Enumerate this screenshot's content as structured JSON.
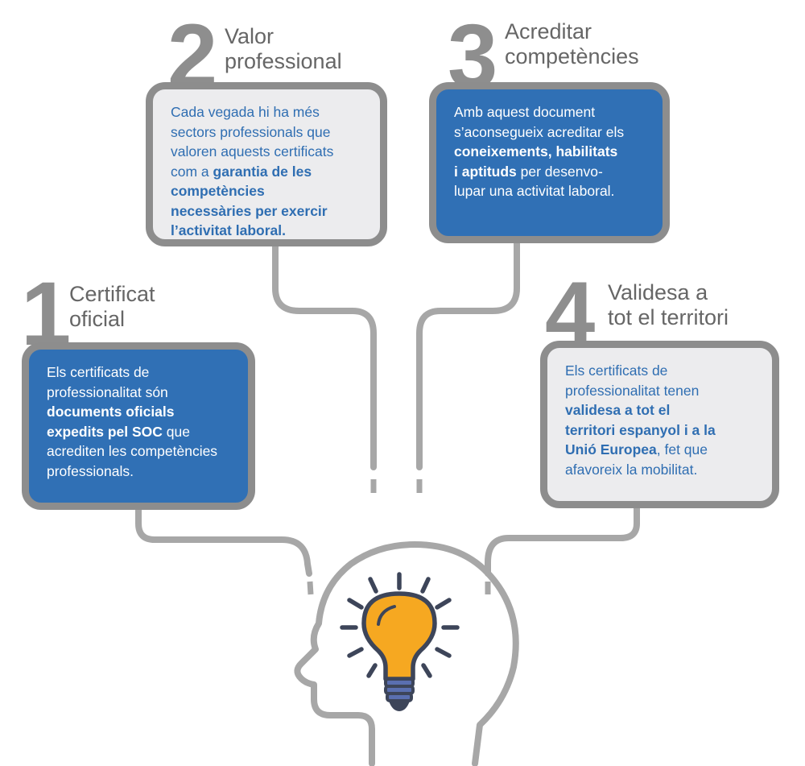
{
  "items": [
    {
      "number": "1",
      "title_lines": [
        "Certificat",
        "oficial"
      ],
      "lines": [
        [
          {
            "t": "Els certificats de",
            "b": false
          }
        ],
        [
          {
            "t": "professionalitat són",
            "b": false
          }
        ],
        [
          {
            "t": "documents oficials",
            "b": true
          }
        ],
        [
          {
            "t": "expedits pel SOC",
            "b": true
          },
          {
            "t": " que",
            "b": false
          }
        ],
        [
          {
            "t": "acrediten les competències",
            "b": false
          }
        ],
        [
          {
            "t": "professionals.",
            "b": false
          }
        ]
      ]
    },
    {
      "number": "2",
      "title_lines": [
        "Valor",
        "professional"
      ],
      "lines": [
        [
          {
            "t": "Cada vegada hi ha més",
            "b": false
          }
        ],
        [
          {
            "t": "sectors professionals que",
            "b": false
          }
        ],
        [
          {
            "t": "valoren aquests certificats",
            "b": false
          }
        ],
        [
          {
            "t": "com a ",
            "b": false
          },
          {
            "t": "garantia de les",
            "b": true
          }
        ],
        [
          {
            "t": "competències",
            "b": true
          }
        ],
        [
          {
            "t": "necessàries per exercir",
            "b": true
          }
        ],
        [
          {
            "t": "l’activitat laboral.",
            "b": true
          }
        ]
      ]
    },
    {
      "number": "3",
      "title_lines": [
        "Acreditar",
        "competències"
      ],
      "lines": [
        [
          {
            "t": "Amb aquest document",
            "b": false
          }
        ],
        [
          {
            "t": "s’aconsegueix acreditar els",
            "b": false
          }
        ],
        [
          {
            "t": "coneixements, habilitats",
            "b": true
          }
        ],
        [
          {
            "t": "i aptituds",
            "b": true
          },
          {
            "t": " per desenvo-",
            "b": false
          }
        ],
        [
          {
            "t": "lupar una activitat laboral.",
            "b": false
          }
        ]
      ]
    },
    {
      "number": "4",
      "title_lines": [
        "Validesa a",
        "tot el territori"
      ],
      "lines": [
        [
          {
            "t": "Els certificats de",
            "b": false
          }
        ],
        [
          {
            "t": "professionalitat tenen",
            "b": false
          }
        ],
        [
          {
            "t": "validesa a tot el",
            "b": true
          }
        ],
        [
          {
            "t": "territori espanyol i a la",
            "b": true
          }
        ],
        [
          {
            "t": "Unió Europea",
            "b": true
          },
          {
            "t": ", fet que",
            "b": false
          }
        ],
        [
          {
            "t": "afavoreix la mobilitat.",
            "b": false
          }
        ]
      ]
    }
  ],
  "colors": {
    "blue_box": "#3070b5",
    "grey_box": "#ececee",
    "border": "#8d8d8d",
    "number": "#8e8e8e",
    "heading": "#666666",
    "connector": "#a7a7a7",
    "bulb": "#f6a821",
    "bulb_base": "#5a6fb0"
  },
  "icons": [
    "head-outline-icon",
    "lightbulb-icon"
  ]
}
